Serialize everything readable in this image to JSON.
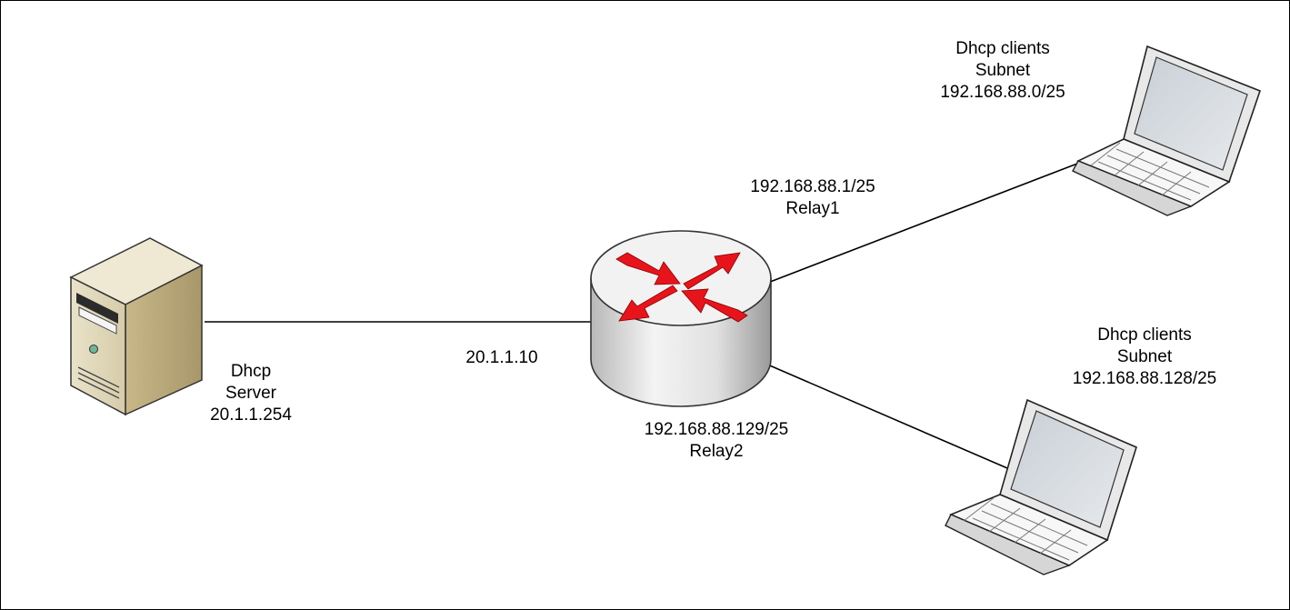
{
  "server": {
    "label_line1": "Dhcp",
    "label_line2": "Server",
    "ip": "20.1.1.254"
  },
  "router": {
    "wan_ip": "20.1.1.10",
    "relay1": {
      "ip": "192.168.88.1/25",
      "name": "Relay1"
    },
    "relay2": {
      "ip": "192.168.88.129/25",
      "name": "Relay2"
    },
    "arrow_color": "#e8141c"
  },
  "clients": [
    {
      "line1": "Dhcp clients",
      "line2": "Subnet",
      "subnet": "192.168.88.0/25"
    },
    {
      "line1": "Dhcp clients",
      "line2": "Subnet",
      "subnet": "192.168.88.128/25"
    }
  ]
}
